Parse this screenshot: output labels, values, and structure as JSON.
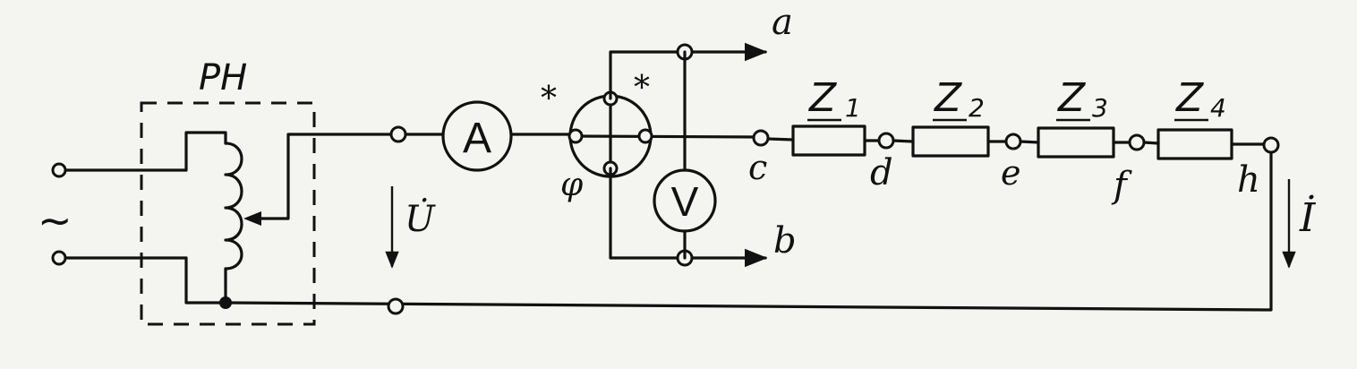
{
  "source_label": "~",
  "regulator_label": "PH",
  "voltage_label": "U̇",
  "current_label": "İ",
  "ammeter_label": "A",
  "voltmeter_label": "V",
  "phase_meter_label": "φ",
  "star_label": "*",
  "terminals": {
    "a": "a",
    "b": "b",
    "c": "c",
    "d": "d",
    "e": "e",
    "f": "f",
    "h": "h"
  },
  "impedances": [
    {
      "name": "Z",
      "sub": "1"
    },
    {
      "name": "Z",
      "sub": "2"
    },
    {
      "name": "Z",
      "sub": "3"
    },
    {
      "name": "Z",
      "sub": "4"
    }
  ]
}
